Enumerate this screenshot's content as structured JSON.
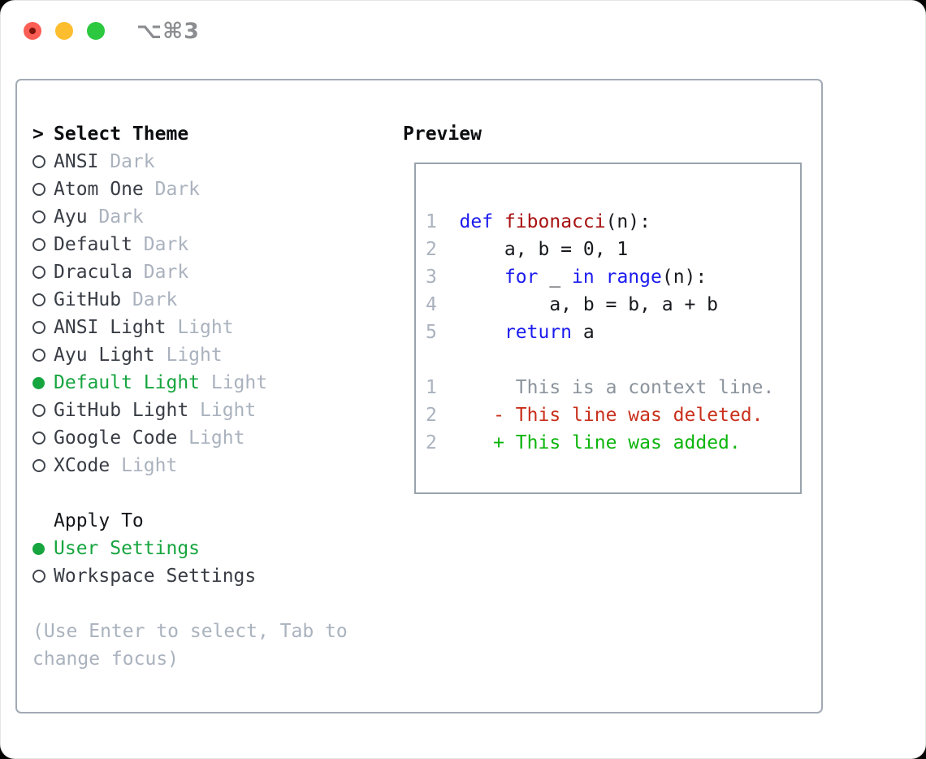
{
  "window": {
    "title": "⌥⌘3",
    "traffic_lights": {
      "close_color": "#fb5e55",
      "close_dot_color": "#7d150c",
      "minimize_color": "#fcbd2f",
      "zoom_color": "#2cc840"
    }
  },
  "panel": {
    "select_theme": {
      "prompt": ">",
      "title": "Select Theme",
      "items": [
        {
          "name": "ANSI",
          "variant": "Dark",
          "selected": false
        },
        {
          "name": "Atom One",
          "variant": "Dark",
          "selected": false
        },
        {
          "name": "Ayu",
          "variant": "Dark",
          "selected": false
        },
        {
          "name": "Default",
          "variant": "Dark",
          "selected": false
        },
        {
          "name": "Dracula",
          "variant": "Dark",
          "selected": false
        },
        {
          "name": "GitHub",
          "variant": "Dark",
          "selected": false
        },
        {
          "name": "ANSI Light",
          "variant": "Light",
          "selected": false
        },
        {
          "name": "Ayu Light",
          "variant": "Light",
          "selected": false
        },
        {
          "name": "Default Light",
          "variant": "Light",
          "selected": true
        },
        {
          "name": "GitHub Light",
          "variant": "Light",
          "selected": false
        },
        {
          "name": "Google Code",
          "variant": "Light",
          "selected": false
        },
        {
          "name": "XCode",
          "variant": "Light",
          "selected": false
        }
      ]
    },
    "apply_to": {
      "title": "Apply To",
      "options": [
        {
          "label": "User Settings",
          "selected": true
        },
        {
          "label": "Workspace Settings",
          "selected": false
        }
      ]
    },
    "help_lines": [
      "(Use Enter to select, Tab to",
      "change focus)"
    ]
  },
  "preview": {
    "title": "Preview",
    "lines": [
      {
        "segments": []
      },
      {
        "segments": [
          {
            "t": "1  ",
            "c": "num"
          },
          {
            "t": "def",
            "c": "kw"
          },
          {
            "t": " ",
            "c": "plain"
          },
          {
            "t": "fibonacci",
            "c": "fn"
          },
          {
            "t": "(n):",
            "c": "plain"
          }
        ]
      },
      {
        "segments": [
          {
            "t": "2  ",
            "c": "num"
          },
          {
            "t": "    a, b = 0, 1",
            "c": "plain"
          }
        ]
      },
      {
        "segments": [
          {
            "t": "3  ",
            "c": "num"
          },
          {
            "t": "    ",
            "c": "plain"
          },
          {
            "t": "for",
            "c": "kw"
          },
          {
            "t": " _ ",
            "c": "plain"
          },
          {
            "t": "in",
            "c": "kw"
          },
          {
            "t": " ",
            "c": "plain"
          },
          {
            "t": "range",
            "c": "kw"
          },
          {
            "t": "(n):",
            "c": "plain"
          }
        ]
      },
      {
        "segments": [
          {
            "t": "4  ",
            "c": "num"
          },
          {
            "t": "        a, b = b, a + b",
            "c": "plain"
          }
        ]
      },
      {
        "segments": [
          {
            "t": "5  ",
            "c": "num"
          },
          {
            "t": "    ",
            "c": "plain"
          },
          {
            "t": "return",
            "c": "kw"
          },
          {
            "t": " a",
            "c": "plain"
          }
        ]
      },
      {
        "segments": []
      },
      {
        "segments": [
          {
            "t": "1",
            "c": "num"
          },
          {
            "t": "       ",
            "c": "plain"
          },
          {
            "t": "This is a context line.",
            "c": "ctx"
          }
        ]
      },
      {
        "segments": [
          {
            "t": "2",
            "c": "num"
          },
          {
            "t": "     ",
            "c": "plain"
          },
          {
            "t": "- This line was deleted.",
            "c": "del"
          }
        ]
      },
      {
        "segments": [
          {
            "t": "2",
            "c": "num"
          },
          {
            "t": "     ",
            "c": "plain"
          },
          {
            "t": "+ This line was added.",
            "c": "add"
          }
        ]
      }
    ]
  },
  "colors": {
    "accent_green": "#16a53f",
    "keyword_blue": "#1b1bef",
    "function_red": "#a81111",
    "diff_deleted_red": "#c9301c",
    "diff_added_green": "#0cb50c",
    "muted_gray": "#aab2be",
    "border_gray": "#9aa3ad"
  }
}
